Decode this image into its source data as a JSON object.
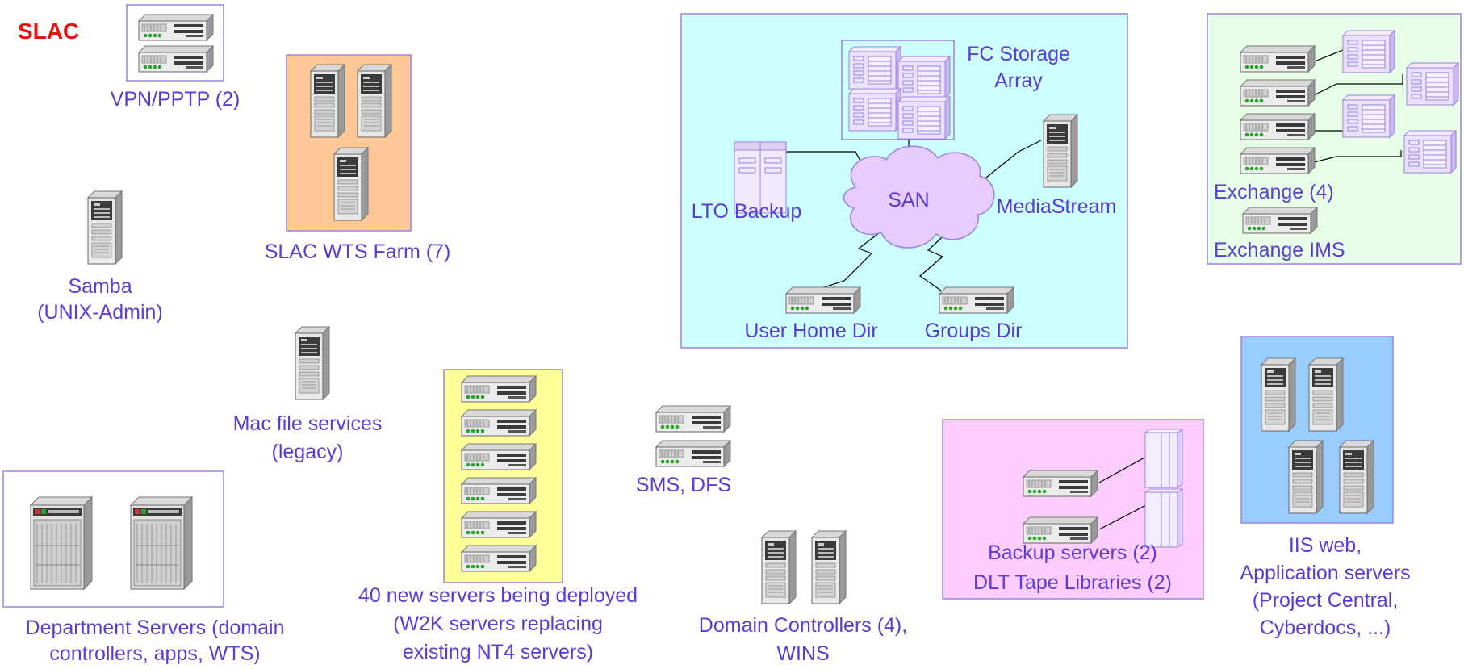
{
  "brand": "SLAC",
  "colors": {
    "label": "#5b3bd6",
    "brand": "#ee1111",
    "wts_farm_bg": "#ffc896",
    "san_bg": "#ccffff",
    "exchange_bg": "#e6ffe6",
    "new_servers_bg": "#ffff99",
    "backup_bg": "#ffccff",
    "iis_bg": "#99ccff",
    "group_border": "#9b82e0"
  },
  "groups": {
    "vpn": {
      "label": "VPN/PPTP (2)"
    },
    "wts_farm": {
      "label": "SLAC WTS Farm (7)"
    },
    "samba": {
      "label_line1": "Samba",
      "label_line2": "(UNIX-Admin)"
    },
    "mac": {
      "label_line1": "Mac file services",
      "label_line2": "(legacy)"
    },
    "department": {
      "label_line1": "Department Servers (domain",
      "label_line2": "controllers, apps, WTS)"
    },
    "new_servers": {
      "label_line1": "40 new servers being deployed",
      "label_line2": "(W2K servers replacing",
      "label_line3": "existing NT4 servers)"
    },
    "sms": {
      "label": "SMS, DFS"
    },
    "domain_controllers": {
      "label_line1": "Domain Controllers (4),",
      "label_line2": "WINS"
    },
    "san": {
      "fc_storage_line1": "FC Storage",
      "fc_storage_line2": "Array",
      "cloud_label": "SAN",
      "lto_backup": "LTO Backup",
      "mediastream": "MediaStream",
      "user_home_dir": "User Home Dir",
      "groups_dir": "Groups Dir"
    },
    "exchange": {
      "label": "Exchange (4)",
      "ims_label": "Exchange IMS"
    },
    "backup": {
      "label_line1": "Backup servers (2)",
      "label_line2": "DLT Tape Libraries (2)"
    },
    "iis": {
      "label_line1": "IIS web,",
      "label_line2": "Application servers",
      "label_line3": "(Project Central,",
      "label_line4": "Cyberdocs, ...)"
    }
  }
}
